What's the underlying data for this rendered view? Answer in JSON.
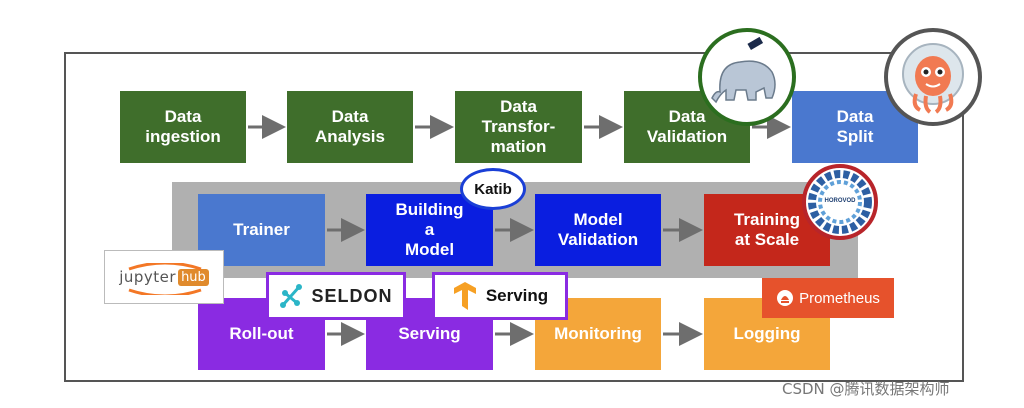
{
  "row1": [
    {
      "label": "Data\ningestion"
    },
    {
      "label": "Data\nAnalysis"
    },
    {
      "label": "Data\nTransfor-\nmation"
    },
    {
      "label": "Data\nValidation"
    },
    {
      "label": "Data\nSplit"
    }
  ],
  "row2": [
    {
      "label": "Trainer"
    },
    {
      "label": "Building\na\nModel"
    },
    {
      "label": "Model\nValidation"
    },
    {
      "label": "Training\nat Scale"
    }
  ],
  "row3": [
    {
      "label": "Roll-out"
    },
    {
      "label": "Serving"
    },
    {
      "label": "Monitoring"
    },
    {
      "label": "Logging"
    }
  ],
  "logos": {
    "katib": "Katib",
    "jupyterhub_a": "jupyter",
    "jupyterhub_b": "hub",
    "seldon": "SELDON",
    "tf_serving": "Serving",
    "prometheus": "Prometheus",
    "horovod": "HOROVOD"
  },
  "watermark": "CSDN @腾讯数据架构师",
  "colors": {
    "green": "#3f6e2b",
    "blue_light": "#4a78cf",
    "blue_dark": "#0a1ee0",
    "red": "#c4271b",
    "purple": "#8a2be2",
    "orange": "#f4a63a"
  }
}
